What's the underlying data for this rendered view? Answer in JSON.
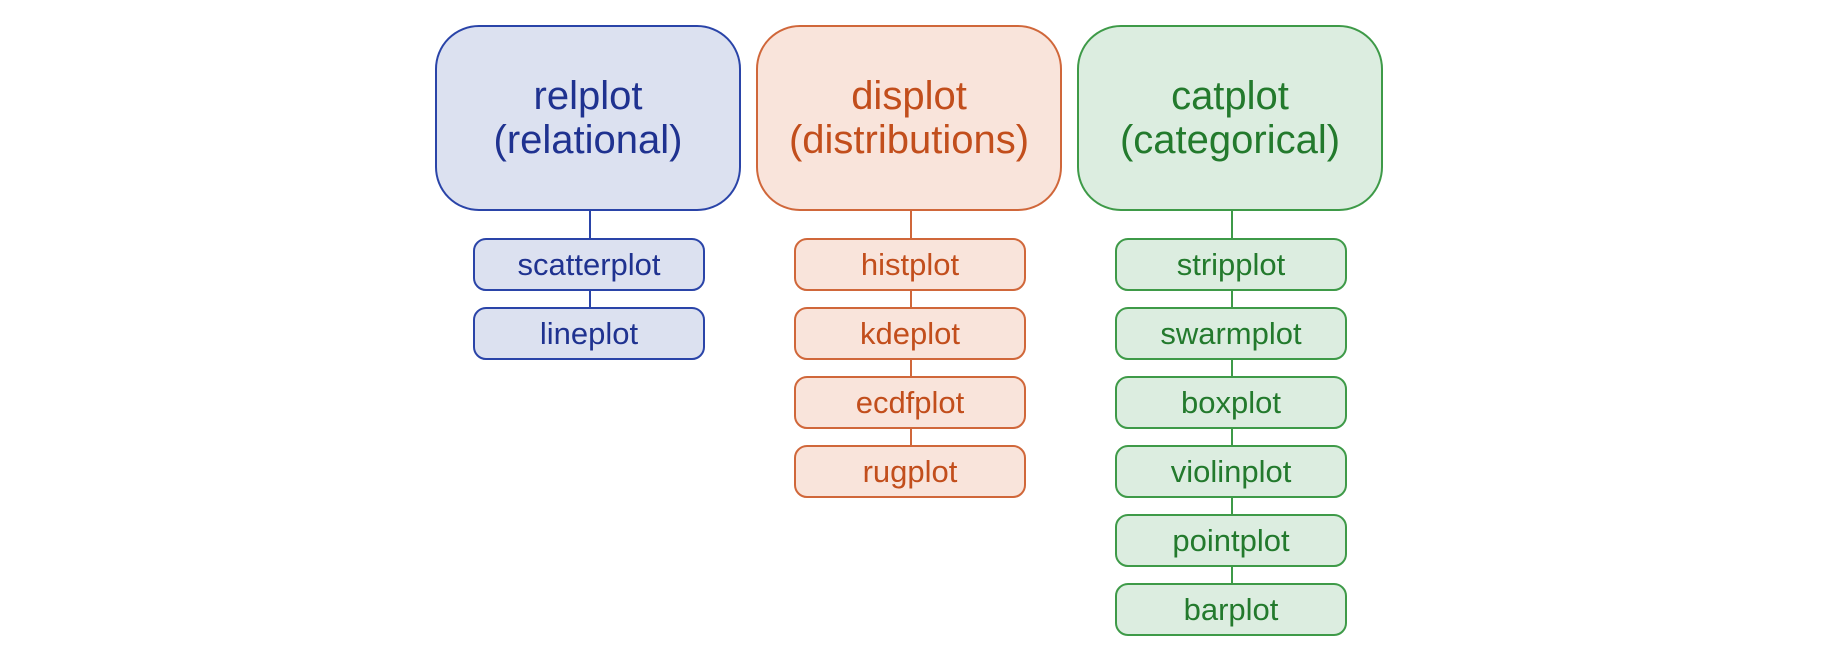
{
  "columns": [
    {
      "name": "relplot",
      "category": "(relational)",
      "color": "#1f3290",
      "functions": [
        "scatterplot",
        "lineplot"
      ]
    },
    {
      "name": "displot",
      "category": "(distributions)",
      "color": "#c24e1c",
      "functions": [
        "histplot",
        "kdeplot",
        "ecdfplot",
        "rugplot"
      ]
    },
    {
      "name": "catplot",
      "category": "(categorical)",
      "color": "#237a2d",
      "functions": [
        "stripplot",
        "swarmplot",
        "boxplot",
        "violinplot",
        "pointplot",
        "barplot"
      ]
    }
  ]
}
